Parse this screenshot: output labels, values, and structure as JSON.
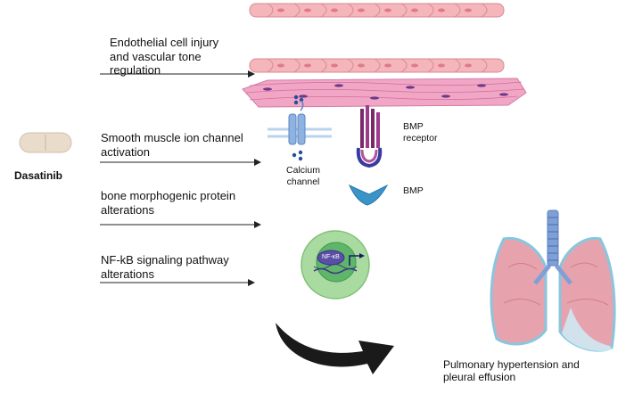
{
  "drug": {
    "name": "Dasatinib"
  },
  "mechanisms": [
    {
      "line1": "Endothelial cell injury",
      "line2": "and vascular tone",
      "line3": "regulation"
    },
    {
      "line1": "Smooth muscle ion channel",
      "line2": "activation"
    },
    {
      "line1": "bone morphogenic protein",
      "line2": "alterations"
    },
    {
      "line1": "NF-kB signaling pathway",
      "line2": "alterations"
    }
  ],
  "labels": {
    "calcium_line1": "Calcium",
    "calcium_line2": "channel",
    "bmp_receptor_line1": "BMP",
    "bmp_receptor_line2": "receptor",
    "bmp": "BMP",
    "nfkb": "NF-κB"
  },
  "outcome": {
    "line1": "Pulmonary hypertension and",
    "line2": "pleural effusion"
  },
  "colors": {
    "endothelial_fill": "#f4b6bb",
    "endothelial_stroke": "#d98a92",
    "smooth_muscle_fill": "#f2a6c6",
    "calcium_channel": "#8fb3e0",
    "bmp_receptor": "#7a2a6a",
    "bmp": "#3a94c9",
    "cell_outer": "#a9dba0",
    "cell_inner": "#5fb56a",
    "lung_fill": "#e7a3ad",
    "lung_outline": "#89c6de",
    "trachea": "#7fa0d6",
    "arrow": "#1a1a1a"
  }
}
